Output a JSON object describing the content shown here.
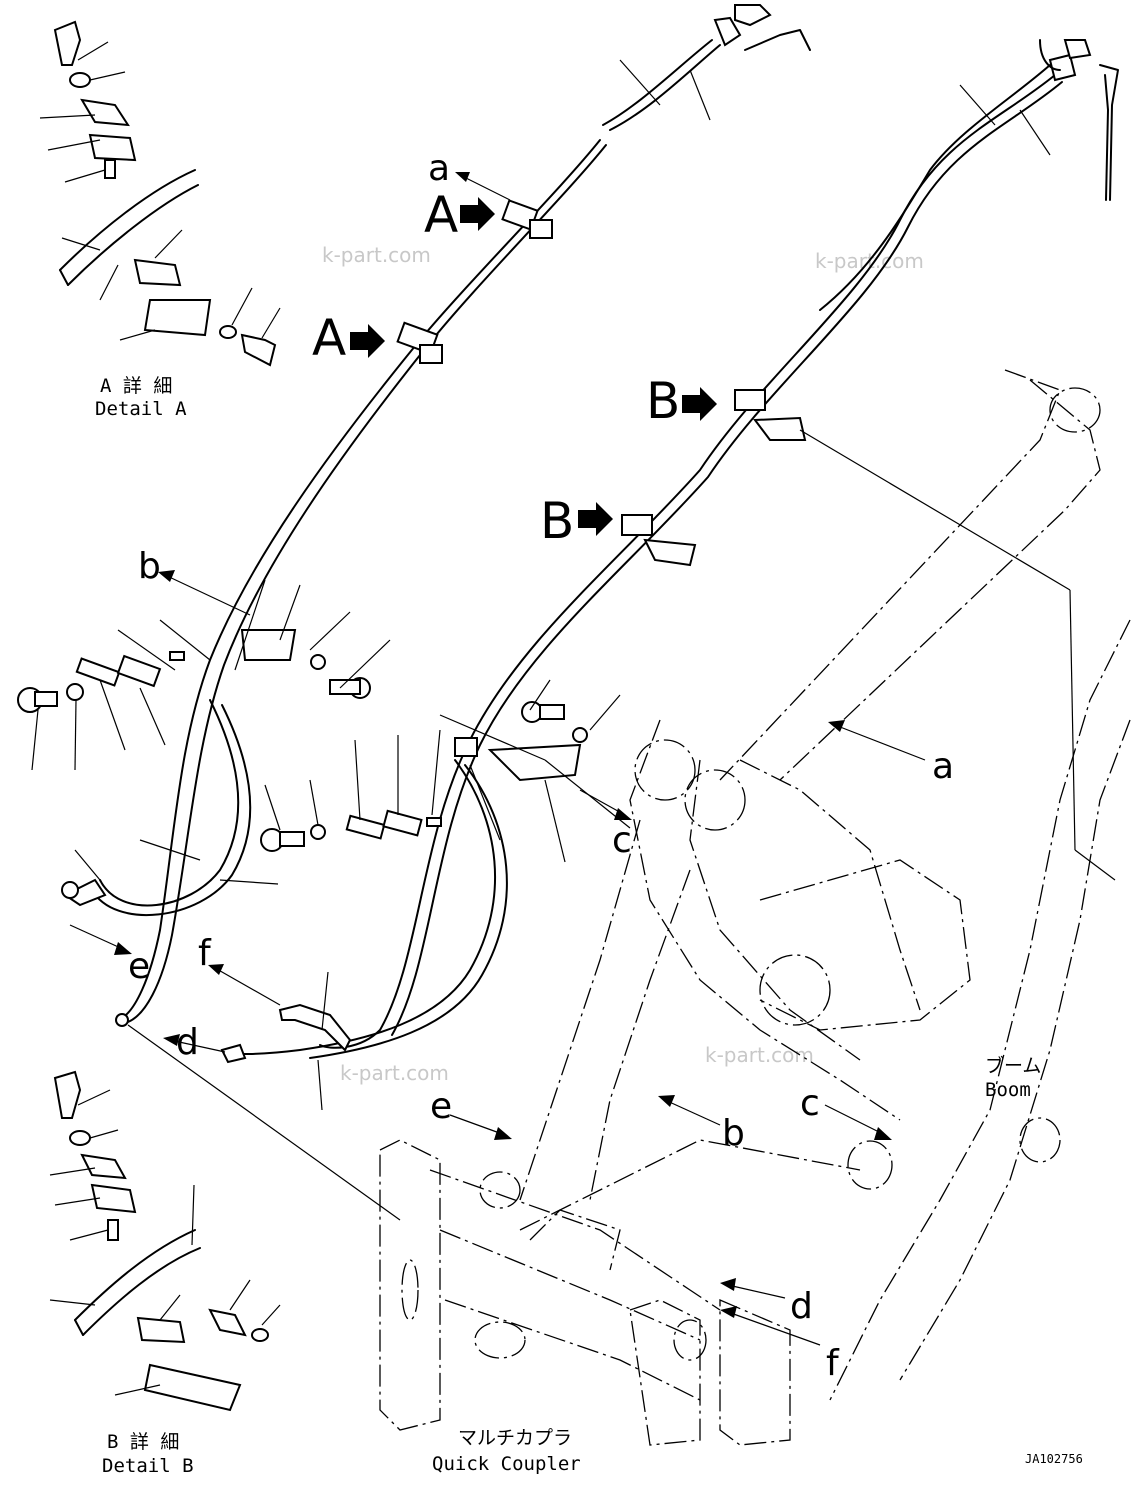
{
  "callouts": {
    "a": "a",
    "b": "b",
    "c": "c",
    "d": "d",
    "e": "e",
    "f": "f",
    "A": "A",
    "B": "B"
  },
  "details": {
    "a_jp": "A 詳 細",
    "a_en": "Detail A",
    "b_jp": "B 詳 細",
    "b_en": "Detail B"
  },
  "labels": {
    "boom_jp": "ブーム",
    "boom_en": "Boom",
    "coupler_jp": "マルチカプラ",
    "coupler_en": "Quick Coupler",
    "drawing_no": "JA102756"
  },
  "watermark": "k-part.com",
  "icons": {
    "view_arrow": "right-pointing-block-arrow"
  }
}
